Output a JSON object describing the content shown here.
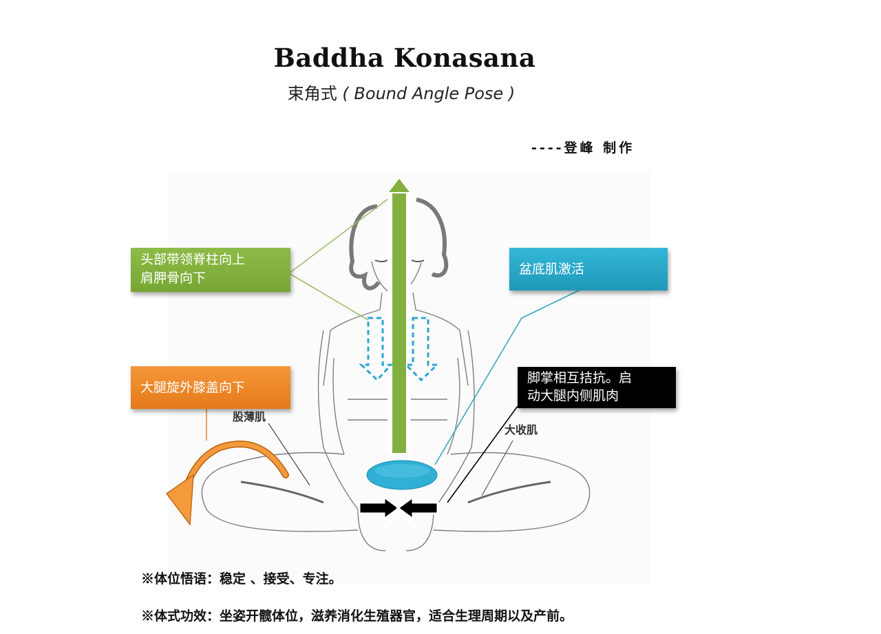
{
  "header": {
    "title": "Baddha Konasana",
    "subtitle_cn": "束角式",
    "subtitle_en": "( Bound Angle Pose )",
    "credit": "----登峰 制作"
  },
  "labels": {
    "green": {
      "line1": "头部带领脊柱向上",
      "line2": "肩胛骨向下",
      "color": "#7fae3c"
    },
    "blue": {
      "text": "盆底肌激活",
      "color": "#29a9cb"
    },
    "orange": {
      "text": "大腿旋外膝盖向下",
      "color": "#ee8a2a"
    },
    "black": {
      "line1": "脚掌相互拮抗。启",
      "line2": "动大腿内侧肌肉",
      "color": "#000000"
    }
  },
  "muscles": {
    "sartorius": "股薄肌",
    "adductor_magnus": "大收肌"
  },
  "notes": {
    "essence": "※体位悟语：稳定 、接受、专注。",
    "benefits": "※体式功效：坐姿开髋体位，滋养消化生殖器官，适合生理周期以及产前。"
  },
  "icons": {
    "spine_arrow": "up-arrow-icon",
    "shoulder_arrows": "dashed-down-arrow-icon",
    "pelvic_floor": "ellipse-icon",
    "feet_press": "converging-arrows-icon",
    "thigh_rotation": "curved-arrow-icon"
  }
}
